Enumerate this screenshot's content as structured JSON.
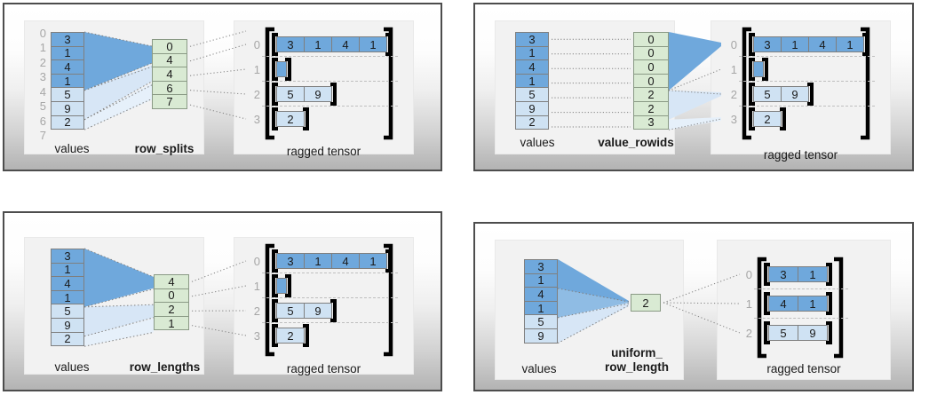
{
  "figure": {
    "title_absent": true,
    "values_caption": "values",
    "ragged_caption": "ragged tensor"
  },
  "palette": {
    "dark_blue": "#6fa8dc",
    "light_blue": "#cfe2f3",
    "green": "#d9ead3",
    "panel_border": "#4d4d4d",
    "subbox_bg": "#f2f2f2",
    "index_gray": "#a6a6a6",
    "bracket_black": "#000000",
    "dotted_gray": "#808080"
  },
  "panels": [
    {
      "id": "row-splits",
      "encoding_label": "row_splits",
      "values_caption": "values",
      "ragged_caption": "ragged tensor",
      "values": [
        "3",
        "1",
        "4",
        "1",
        "5",
        "9",
        "2"
      ],
      "values_shading": [
        "dark",
        "dark",
        "dark",
        "dark",
        "light",
        "light",
        "light"
      ],
      "value_indices": [
        "0",
        "1",
        "2",
        "3",
        "4",
        "5",
        "6",
        "7"
      ],
      "encoding_values": [
        "0",
        "4",
        "4",
        "6",
        "7"
      ],
      "ragged_row_indices": [
        "0",
        "1",
        "2",
        "3"
      ],
      "ragged_rows": [
        {
          "cells": [
            "3",
            "1",
            "4",
            "1"
          ],
          "shading": "dark"
        },
        {
          "cells": [
            ""
          ],
          "shading": "dark"
        },
        {
          "cells": [
            "5",
            "9"
          ],
          "shading": "light"
        },
        {
          "cells": [
            "2"
          ],
          "shading": "light"
        }
      ]
    },
    {
      "id": "value-rowids",
      "encoding_label": "value_rowids",
      "values_caption": "values",
      "ragged_caption": "ragged tensor",
      "values": [
        "3",
        "1",
        "4",
        "1",
        "5",
        "9",
        "2"
      ],
      "values_shading": [
        "dark",
        "dark",
        "dark",
        "dark",
        "light",
        "light",
        "light"
      ],
      "value_indices": [],
      "encoding_values": [
        "0",
        "0",
        "0",
        "0",
        "2",
        "2",
        "3"
      ],
      "ragged_row_indices": [
        "0",
        "1",
        "2",
        "3"
      ],
      "ragged_rows": [
        {
          "cells": [
            "3",
            "1",
            "4",
            "1"
          ],
          "shading": "dark"
        },
        {
          "cells": [
            ""
          ],
          "shading": "dark"
        },
        {
          "cells": [
            "5",
            "9"
          ],
          "shading": "light"
        },
        {
          "cells": [
            "2"
          ],
          "shading": "light"
        }
      ]
    },
    {
      "id": "row-lengths",
      "encoding_label": "row_lengths",
      "values_caption": "values",
      "ragged_caption": "ragged tensor",
      "values": [
        "3",
        "1",
        "4",
        "1",
        "5",
        "9",
        "2"
      ],
      "values_shading": [
        "dark",
        "dark",
        "dark",
        "dark",
        "light",
        "light",
        "light"
      ],
      "value_indices": [],
      "encoding_values": [
        "4",
        "0",
        "2",
        "1"
      ],
      "ragged_row_indices": [
        "0",
        "1",
        "2",
        "3"
      ],
      "ragged_rows": [
        {
          "cells": [
            "3",
            "1",
            "4",
            "1"
          ],
          "shading": "dark"
        },
        {
          "cells": [
            ""
          ],
          "shading": "dark"
        },
        {
          "cells": [
            "5",
            "9"
          ],
          "shading": "light"
        },
        {
          "cells": [
            "2"
          ],
          "shading": "light"
        }
      ]
    },
    {
      "id": "uniform-row-length",
      "encoding_label": "uniform_\nrow_length",
      "values_caption": "values",
      "ragged_caption": "ragged tensor",
      "values": [
        "3",
        "1",
        "4",
        "1",
        "5",
        "9"
      ],
      "values_shading": [
        "dark",
        "dark",
        "dark",
        "dark",
        "light",
        "light"
      ],
      "value_indices": [],
      "encoding_values": [
        "2"
      ],
      "ragged_row_indices": [
        "0",
        "1",
        "2"
      ],
      "ragged_rows": [
        {
          "cells": [
            "3",
            "1"
          ],
          "shading": "dark"
        },
        {
          "cells": [
            "4",
            "1"
          ],
          "shading": "dark"
        },
        {
          "cells": [
            "5",
            "9"
          ],
          "shading": "light"
        }
      ]
    }
  ]
}
